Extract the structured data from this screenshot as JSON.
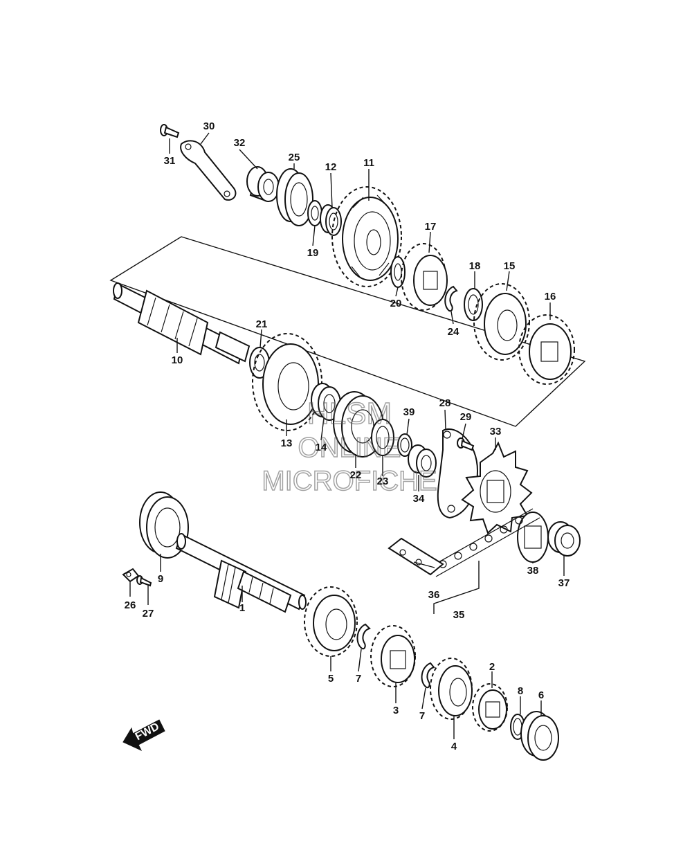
{
  "watermark": {
    "line1": "HLSM",
    "line2": "ONLINE",
    "line3": "MICROFICHE"
  },
  "fwd_label": "FWD",
  "part_labels": {
    "p1": "1",
    "p2": "2",
    "p3": "3",
    "p4": "4",
    "p5": "5",
    "p6": "6",
    "p7a": "7",
    "p7b": "7",
    "p8": "8",
    "p9": "9",
    "p10": "10",
    "p11": "11",
    "p12": "12",
    "p13": "13",
    "p14": "14",
    "p15": "15",
    "p16": "16",
    "p17": "17",
    "p18": "18",
    "p19": "19",
    "p20": "20",
    "p21": "21",
    "p22": "22",
    "p23": "23",
    "p24": "24",
    "p25": "25",
    "p26": "26",
    "p27": "27",
    "p28": "28",
    "p29": "29",
    "p30": "30",
    "p31": "31",
    "p32": "32",
    "p33": "33",
    "p34": "34",
    "p35": "35",
    "p36": "36",
    "p37": "37",
    "p38": "38",
    "p39": "39"
  }
}
